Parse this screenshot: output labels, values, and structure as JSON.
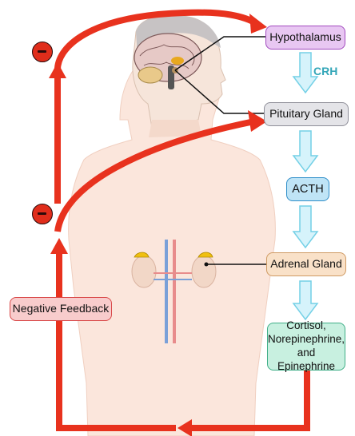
{
  "labels": {
    "hypothalamus": "Hypothalamus",
    "crh": "CRH",
    "pituitary": "Pituitary Gland",
    "acth": "ACTH",
    "adrenal": "Adrenal Gland",
    "cortisol_line1": "Cortisol,",
    "cortisol_line2": "Norepinephrine,",
    "cortisol_line3": "and Epinephrine",
    "negative_feedback": "Negative Feedback"
  },
  "colors": {
    "feedback_red": "#e8321e",
    "arrow_cyan_fill": "#d6f3fb",
    "arrow_cyan_stroke": "#74d0e6",
    "body_skin": "#fbe6dc",
    "head_skin": "#f6e5da"
  },
  "inhibition_symbols": [
    "minus-icon",
    "minus-icon"
  ]
}
